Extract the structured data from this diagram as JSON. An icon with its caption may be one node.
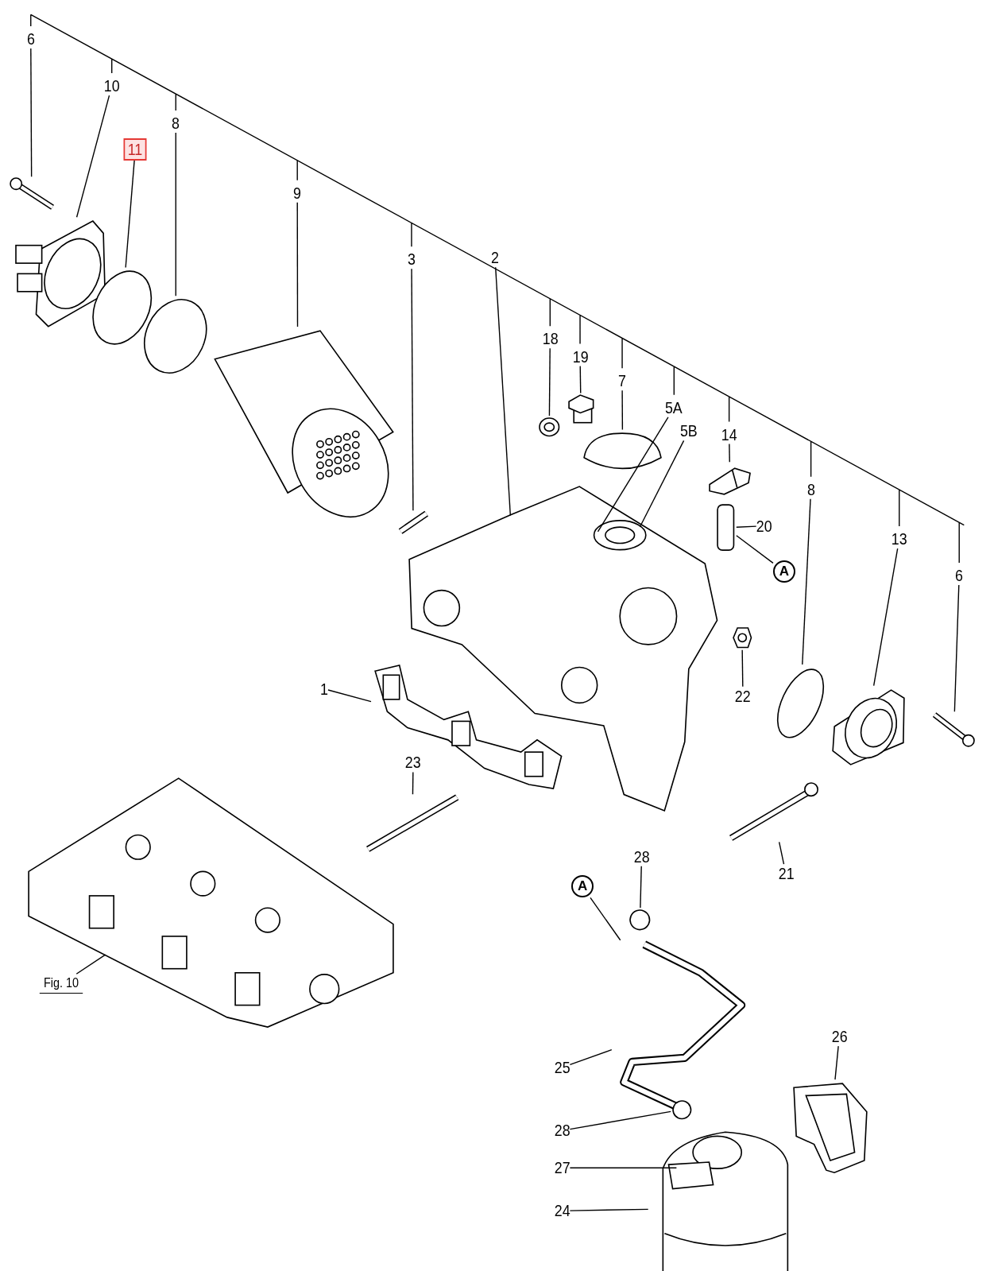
{
  "diagram": {
    "nodes": [
      {
        "text": [
          "6"
        ]
      },
      {
        "text": [
          "10"
        ]
      },
      {
        "text": [
          "11"
        ]
      },
      {
        "text": [
          "8"
        ]
      },
      {
        "text": [
          "9"
        ]
      },
      {
        "text": [
          "3"
        ]
      },
      {
        "text": [
          "2"
        ]
      },
      {
        "text": [
          "18"
        ]
      },
      {
        "text": [
          "19"
        ]
      },
      {
        "text": [
          "7"
        ]
      },
      {
        "text": [
          "5A"
        ]
      },
      {
        "text": [
          "5B"
        ]
      },
      {
        "text": [
          "14"
        ]
      },
      {
        "text": [
          "20"
        ]
      },
      {
        "text": [
          "A"
        ]
      },
      {
        "text": [
          "8"
        ]
      },
      {
        "text": [
          "13"
        ]
      },
      {
        "text": [
          "6"
        ]
      },
      {
        "text": [
          "22"
        ]
      },
      {
        "text": [
          "1"
        ]
      },
      {
        "text": [
          "23"
        ]
      },
      {
        "text": [
          "21"
        ]
      },
      {
        "text": [
          "Fig. 10"
        ]
      },
      {
        "text": [
          "28"
        ]
      },
      {
        "text": [
          "A"
        ]
      },
      {
        "text": [
          "25"
        ]
      },
      {
        "text": [
          "28"
        ]
      },
      {
        "text": [
          "27"
        ]
      },
      {
        "text": [
          "24"
        ]
      },
      {
        "text": [
          "26"
        ]
      },
      {
        "text": [],
        "shape": "picture"
      },
      {
        "text": [],
        "shape": "picture"
      },
      {
        "text": [],
        "shape": "circle"
      },
      {
        "text": [],
        "shape": "circle"
      },
      {
        "text": [],
        "shape": "picture"
      },
      {
        "text": [],
        "shape": "picture"
      },
      {
        "text": [],
        "shape": "picture"
      },
      {
        "text": [],
        "shape": "picture"
      },
      {
        "text": [],
        "shape": "picture"
      },
      {
        "text": [],
        "shape": "picture"
      },
      {
        "text": [],
        "shape": "picture"
      },
      {
        "text": [],
        "shape": "bar"
      },
      {
        "text": [],
        "shape": "circle"
      },
      {
        "text": [],
        "shape": "picture"
      },
      {
        "text": [],
        "shape": "picture"
      },
      {
        "text": [],
        "shape": "picture"
      },
      {
        "text": [],
        "shape": "picture"
      },
      {
        "text": [],
        "shape": "picture"
      },
      {
        "text": [],
        "shape": "picture"
      },
      {
        "text": [],
        "shape": "picture"
      },
      {
        "text": [],
        "shape": "circle"
      },
      {
        "text": [],
        "shape": "picture"
      },
      {
        "text": [],
        "shape": "circle"
      },
      {
        "text": [],
        "shape": "picture"
      },
      {
        "text": [],
        "shape": "picture"
      }
    ],
    "edges": [
      {
        "from": 0,
        "to": 30,
        "arrow": "none"
      },
      {
        "from": 1,
        "to": 31,
        "arrow": "none"
      },
      {
        "from": 2,
        "to": 32,
        "arrow": "none"
      },
      {
        "from": 3,
        "to": 33,
        "arrow": "none"
      },
      {
        "from": 4,
        "to": 34,
        "arrow": "none"
      },
      {
        "from": 5,
        "to": 35,
        "arrow": "none"
      },
      {
        "from": 6,
        "to": 36,
        "arrow": "none"
      },
      {
        "from": 7,
        "to": 37,
        "arrow": "none"
      },
      {
        "from": 8,
        "to": 38,
        "arrow": "none"
      },
      {
        "from": 9,
        "to": 39,
        "arrow": "none"
      },
      {
        "from": 10,
        "to": 36,
        "arrow": "none"
      },
      {
        "from": 11,
        "to": 36,
        "arrow": "none"
      },
      {
        "from": 12,
        "to": 40,
        "arrow": "none"
      },
      {
        "from": 13,
        "to": 41,
        "arrow": "none"
      },
      {
        "from": 41,
        "to": 14,
        "arrow": "none"
      },
      {
        "from": 15,
        "to": 42,
        "arrow": "none"
      },
      {
        "from": 16,
        "to": 43,
        "arrow": "none"
      },
      {
        "from": 17,
        "to": 44,
        "arrow": "none"
      },
      {
        "from": 18,
        "to": 45,
        "arrow": "none"
      },
      {
        "from": 19,
        "to": 46,
        "arrow": "none"
      },
      {
        "from": 20,
        "to": 47,
        "arrow": "none"
      },
      {
        "from": 21,
        "to": 48,
        "arrow": "none"
      },
      {
        "from": 22,
        "to": 49,
        "arrow": "none"
      },
      {
        "from": 23,
        "to": 50,
        "arrow": "none"
      },
      {
        "from": 24,
        "to": 51,
        "arrow": "none"
      },
      {
        "from": 25,
        "to": 51,
        "arrow": "none"
      },
      {
        "from": 26,
        "to": 52,
        "arrow": "none"
      },
      {
        "from": 27,
        "to": 53,
        "arrow": "none"
      },
      {
        "from": 28,
        "to": 53,
        "arrow": "none"
      },
      {
        "from": 29,
        "to": 54,
        "arrow": "none"
      }
    ]
  }
}
